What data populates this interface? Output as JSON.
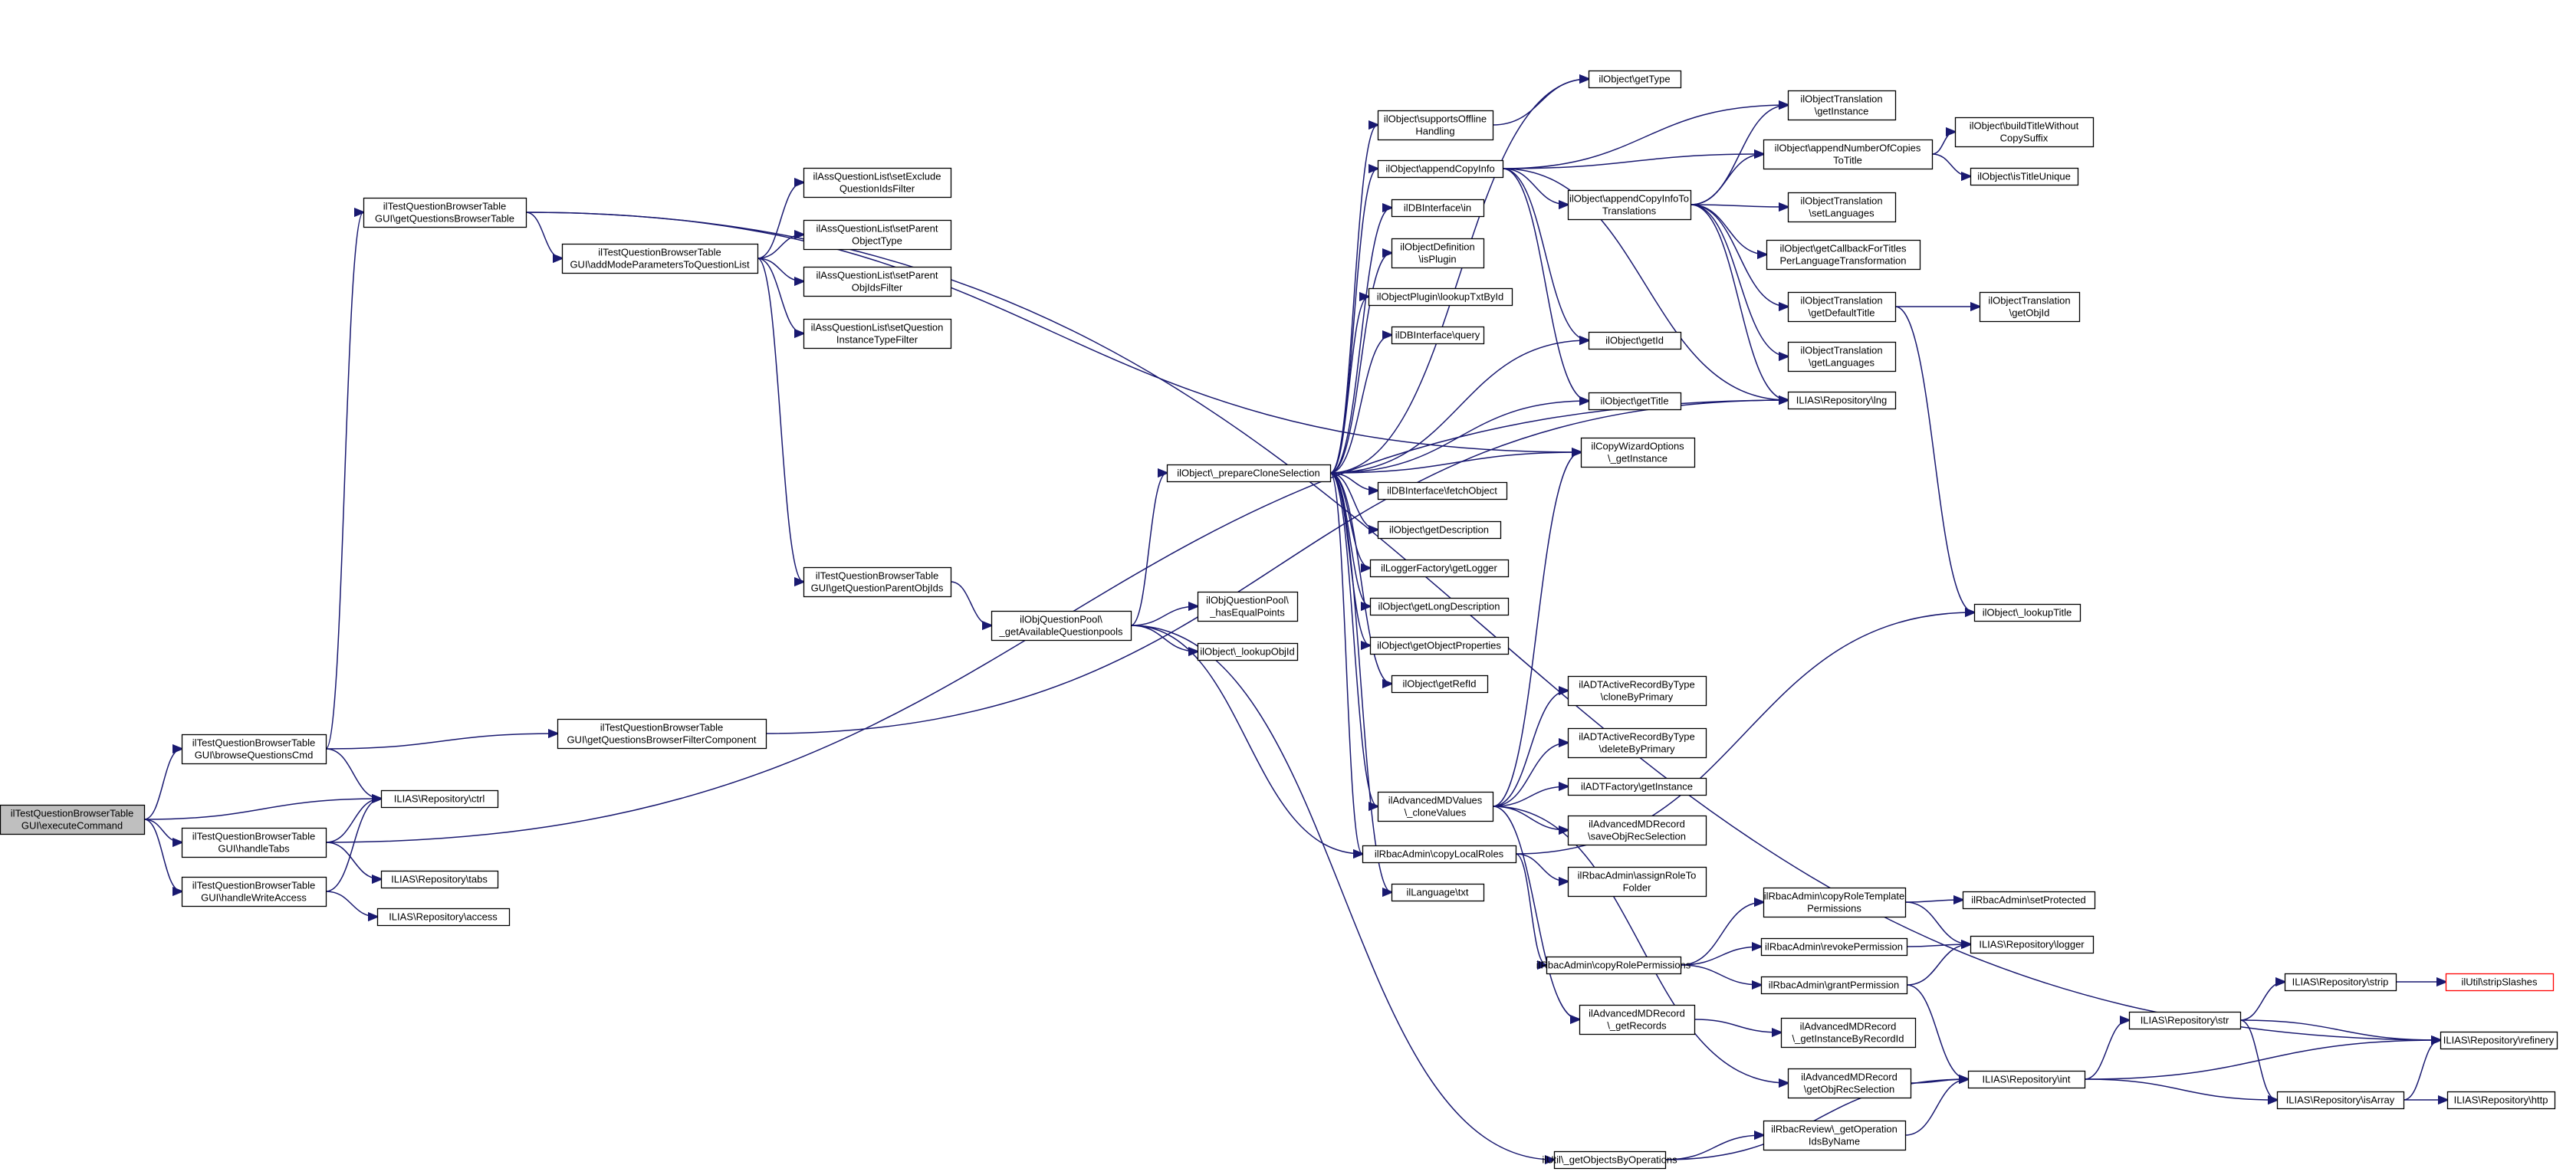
{
  "graph": {
    "edge_color": "#191970",
    "root_fill": "#bfbfbf",
    "truncated_border": "#ff0000",
    "nodes": [
      {
        "id": "n1",
        "name": "node-execute-command",
        "lines": [
          "ilTestQuestionBrowserTable",
          "GUI\\executeCommand"
        ],
        "root": true
      },
      {
        "id": "n2",
        "name": "node-browse-questions-cmd",
        "lines": [
          "ilTestQuestionBrowserTable",
          "GUI\\browseQuestionsCmd"
        ]
      },
      {
        "id": "n3",
        "name": "node-handle-tabs",
        "lines": [
          "ilTestQuestionBrowserTable",
          "GUI\\handleTabs"
        ]
      },
      {
        "id": "n4",
        "name": "node-handle-write-access",
        "lines": [
          "ilTestQuestionBrowserTable",
          "GUI\\handleWriteAccess"
        ]
      },
      {
        "id": "n5",
        "name": "node-repository-ctrl",
        "lines": [
          "ILIAS\\Repository\\ctrl"
        ]
      },
      {
        "id": "n6",
        "name": "node-repository-tabs",
        "lines": [
          "ILIAS\\Repository\\tabs"
        ]
      },
      {
        "id": "n7",
        "name": "node-repository-access",
        "lines": [
          "ILIAS\\Repository\\access"
        ]
      },
      {
        "id": "n8",
        "name": "node-get-questions-browser-table",
        "lines": [
          "ilTestQuestionBrowserTable",
          "GUI\\getQuestionsBrowserTable"
        ]
      },
      {
        "id": "n9",
        "name": "node-get-questions-browser-filter-component",
        "lines": [
          "ilTestQuestionBrowserTable",
          "GUI\\getQuestionsBrowserFilterComponent"
        ]
      },
      {
        "id": "n10",
        "name": "node-add-mode-parameters-to-question-list",
        "lines": [
          "ilTestQuestionBrowserTable",
          "GUI\\addModeParametersToQuestionList"
        ]
      },
      {
        "id": "n11",
        "name": "node-set-exclude-question-ids-filter",
        "lines": [
          "ilAssQuestionList\\setExclude",
          "QuestionIdsFilter"
        ]
      },
      {
        "id": "n12",
        "name": "node-set-parent-object-type",
        "lines": [
          "ilAssQuestionList\\setParent",
          "ObjectType"
        ]
      },
      {
        "id": "n13",
        "name": "node-set-parent-obj-ids-filter",
        "lines": [
          "ilAssQuestionList\\setParent",
          "ObjIdsFilter"
        ]
      },
      {
        "id": "n14",
        "name": "node-set-question-instance-type-filter",
        "lines": [
          "ilAssQuestionList\\setQuestion",
          "InstanceTypeFilter"
        ]
      },
      {
        "id": "n15",
        "name": "node-get-question-parent-obj-ids",
        "lines": [
          "ilTestQuestionBrowserTable",
          "GUI\\getQuestionParentObjIds"
        ]
      },
      {
        "id": "n16",
        "name": "node-get-available-questionpools",
        "lines": [
          "ilObjQuestionPool\\",
          "_getAvailableQuestionpools"
        ]
      },
      {
        "id": "n17",
        "name": "node-has-equal-points",
        "lines": [
          "ilObjQuestionPool\\",
          "_hasEqualPoints"
        ]
      },
      {
        "id": "n18",
        "name": "node-object-lookup-obj-id",
        "lines": [
          "ilObject\\_lookupObjId"
        ]
      },
      {
        "id": "n19",
        "name": "node-prepare-clone-selection",
        "lines": [
          "ilObject\\_prepareCloneSelection"
        ]
      },
      {
        "id": "n20",
        "name": "node-supports-offline-handling",
        "lines": [
          "ilObject\\supportsOffline",
          "Handling"
        ]
      },
      {
        "id": "n21",
        "name": "node-append-copy-info",
        "lines": [
          "ilObject\\appendCopyInfo"
        ]
      },
      {
        "id": "n22",
        "name": "node-dbinterface-in",
        "lines": [
          "ilDBInterface\\in"
        ]
      },
      {
        "id": "n23",
        "name": "node-object-definition-is-plugin",
        "lines": [
          "ilObjectDefinition",
          "\\isPlugin"
        ]
      },
      {
        "id": "n24",
        "name": "node-object-plugin-lookup-txt-by-id",
        "lines": [
          "ilObjectPlugin\\lookupTxtById"
        ]
      },
      {
        "id": "n25",
        "name": "node-dbinterface-query",
        "lines": [
          "ilDBInterface\\query"
        ]
      },
      {
        "id": "n26",
        "name": "node-dbinterface-fetch-object",
        "lines": [
          "ilDBInterface\\fetchObject"
        ]
      },
      {
        "id": "n27",
        "name": "node-object-get-description",
        "lines": [
          "ilObject\\getDescription"
        ]
      },
      {
        "id": "n28",
        "name": "node-logger-factory-get-logger",
        "lines": [
          "ilLoggerFactory\\getLogger"
        ]
      },
      {
        "id": "n29",
        "name": "node-object-get-long-description",
        "lines": [
          "ilObject\\getLongDescription"
        ]
      },
      {
        "id": "n30",
        "name": "node-object-get-object-properties",
        "lines": [
          "ilObject\\getObjectProperties"
        ]
      },
      {
        "id": "n31",
        "name": "node-object-get-ref-id",
        "lines": [
          "ilObject\\getRefId"
        ]
      },
      {
        "id": "n32",
        "name": "node-advanced-md-values-clone-values",
        "lines": [
          "ilAdvancedMDValues",
          "\\_cloneValues"
        ]
      },
      {
        "id": "n33",
        "name": "node-rbac-admin-copy-local-roles",
        "lines": [
          "ilRbacAdmin\\copyLocalRoles"
        ]
      },
      {
        "id": "n34",
        "name": "node-language-txt",
        "lines": [
          "ilLanguage\\txt"
        ]
      },
      {
        "id": "n35",
        "name": "node-object-get-type",
        "lines": [
          "ilObject\\getType"
        ]
      },
      {
        "id": "n36",
        "name": "node-object-get-id",
        "lines": [
          "ilObject\\getId"
        ]
      },
      {
        "id": "n37",
        "name": "node-object-get-title",
        "lines": [
          "ilObject\\getTitle"
        ]
      },
      {
        "id": "n38",
        "name": "node-copy-wizard-options-get-instance",
        "lines": [
          "ilCopyWizardOptions",
          "\\_getInstance"
        ]
      },
      {
        "id": "n39",
        "name": "node-adt-active-record-clone-by-primary",
        "lines": [
          "ilADTActiveRecordByType",
          "\\cloneByPrimary"
        ]
      },
      {
        "id": "n40",
        "name": "node-adt-active-record-delete-by-primary",
        "lines": [
          "ilADTActiveRecordByType",
          "\\deleteByPrimary"
        ]
      },
      {
        "id": "n41",
        "name": "node-adt-factory-get-instance",
        "lines": [
          "ilADTFactory\\getInstance"
        ]
      },
      {
        "id": "n42",
        "name": "node-advanced-md-record-save-obj-rec-selection",
        "lines": [
          "ilAdvancedMDRecord",
          "\\saveObjRecSelection"
        ]
      },
      {
        "id": "n43",
        "name": "node-rbac-admin-assign-role-to-folder",
        "lines": [
          "ilRbacAdmin\\assignRoleTo",
          "Folder"
        ]
      },
      {
        "id": "n44",
        "name": "node-rbac-admin-copy-role-permissions",
        "lines": [
          "ilRbacAdmin\\copyRolePermissions"
        ]
      },
      {
        "id": "n45",
        "name": "node-advanced-md-record-get-records",
        "lines": [
          "ilAdvancedMDRecord",
          "\\_getRecords"
        ]
      },
      {
        "id": "n46",
        "name": "node-util-get-objects-by-operations",
        "lines": [
          "ilUtil\\_getObjectsByOperations"
        ]
      },
      {
        "id": "n47",
        "name": "node-object-translation-get-instance",
        "lines": [
          "ilObjectTranslation",
          "\\getInstance"
        ]
      },
      {
        "id": "n48",
        "name": "node-append-number-of-copies-to-title",
        "lines": [
          "ilObject\\appendNumberOfCopies",
          "ToTitle"
        ]
      },
      {
        "id": "n49",
        "name": "node-append-copy-info-to-translations",
        "lines": [
          "ilObject\\appendCopyInfoTo",
          "Translations"
        ]
      },
      {
        "id": "n50",
        "name": "node-object-translation-set-languages",
        "lines": [
          "ilObjectTranslation",
          "\\setLanguages"
        ]
      },
      {
        "id": "n51",
        "name": "node-get-callback-for-titles",
        "lines": [
          "ilObject\\getCallbackForTitles",
          "PerLanguageTransformation"
        ]
      },
      {
        "id": "n52",
        "name": "node-object-translation-get-default-title",
        "lines": [
          "ilObjectTranslation",
          "\\getDefaultTitle"
        ]
      },
      {
        "id": "n53",
        "name": "node-object-translation-get-languages",
        "lines": [
          "ilObjectTranslation",
          "\\getLanguages"
        ]
      },
      {
        "id": "n54",
        "name": "node-repository-lng",
        "lines": [
          "ILIAS\\Repository\\lng"
        ]
      },
      {
        "id": "n55",
        "name": "node-rbac-admin-copy-role-template-permissions",
        "lines": [
          "ilRbacAdmin\\copyRoleTemplate",
          "Permissions"
        ]
      },
      {
        "id": "n56",
        "name": "node-rbac-admin-revoke-permission",
        "lines": [
          "ilRbacAdmin\\revokePermission"
        ]
      },
      {
        "id": "n57",
        "name": "node-rbac-admin-grant-permission",
        "lines": [
          "ilRbacAdmin\\grantPermission"
        ]
      },
      {
        "id": "n58",
        "name": "node-advanced-md-record-get-instance-by-record-id",
        "lines": [
          "ilAdvancedMDRecord",
          "\\_getInstanceByRecordId"
        ]
      },
      {
        "id": "n59",
        "name": "node-advanced-md-record-get-obj-rec-selection",
        "lines": [
          "ilAdvancedMDRecord",
          "\\getObjRecSelection"
        ]
      },
      {
        "id": "n60",
        "name": "node-rbac-review-get-operation-ids-by-name",
        "lines": [
          "ilRbacReview\\_getOperation",
          "IdsByName"
        ]
      },
      {
        "id": "n61",
        "name": "node-build-title-without-copy-suffix",
        "lines": [
          "ilObject\\buildTitleWithout",
          "CopySuffix"
        ]
      },
      {
        "id": "n62",
        "name": "node-object-is-title-unique",
        "lines": [
          "ilObject\\isTitleUnique"
        ]
      },
      {
        "id": "n63",
        "name": "node-object-translation-get-obj-id",
        "lines": [
          "ilObjectTranslation",
          "\\getObjId"
        ]
      },
      {
        "id": "n64",
        "name": "node-object-lookup-title",
        "lines": [
          "ilObject\\_lookupTitle"
        ]
      },
      {
        "id": "n65",
        "name": "node-rbac-admin-set-protected",
        "lines": [
          "ilRbacAdmin\\setProtected"
        ]
      },
      {
        "id": "n66",
        "name": "node-repository-logger",
        "lines": [
          "ILIAS\\Repository\\logger"
        ]
      },
      {
        "id": "n67",
        "name": "node-repository-str",
        "lines": [
          "ILIAS\\Repository\\str"
        ]
      },
      {
        "id": "n68",
        "name": "node-repository-int",
        "lines": [
          "ILIAS\\Repository\\int"
        ]
      },
      {
        "id": "n69",
        "name": "node-repository-strip",
        "lines": [
          "ILIAS\\Repository\\strip"
        ]
      },
      {
        "id": "n70",
        "name": "node-repository-is-array",
        "lines": [
          "ILIAS\\Repository\\isArray"
        ]
      },
      {
        "id": "n71",
        "name": "node-util-strip-slashes",
        "lines": [
          "ilUtil\\stripSlashes"
        ],
        "truncated": true
      },
      {
        "id": "n72",
        "name": "node-repository-refinery",
        "lines": [
          "ILIAS\\Repository\\refinery"
        ]
      },
      {
        "id": "n73",
        "name": "node-repository-http",
        "lines": [
          "ILIAS\\Repository\\http"
        ]
      }
    ],
    "edges": [
      [
        "n1",
        "n2"
      ],
      [
        "n1",
        "n3"
      ],
      [
        "n1",
        "n4"
      ],
      [
        "n1",
        "n5"
      ],
      [
        "n2",
        "n8"
      ],
      [
        "n2",
        "n9"
      ],
      [
        "n2",
        "n5"
      ],
      [
        "n3",
        "n5"
      ],
      [
        "n3",
        "n6"
      ],
      [
        "n3",
        "n54"
      ],
      [
        "n4",
        "n5"
      ],
      [
        "n4",
        "n7"
      ],
      [
        "n8",
        "n10"
      ],
      [
        "n8",
        "n38"
      ],
      [
        "n8",
        "n72"
      ],
      [
        "n9",
        "n54"
      ],
      [
        "n10",
        "n11"
      ],
      [
        "n10",
        "n12"
      ],
      [
        "n10",
        "n13"
      ],
      [
        "n10",
        "n14"
      ],
      [
        "n10",
        "n15"
      ],
      [
        "n15",
        "n16"
      ],
      [
        "n16",
        "n19"
      ],
      [
        "n16",
        "n17"
      ],
      [
        "n16",
        "n18"
      ],
      [
        "n16",
        "n33"
      ],
      [
        "n16",
        "n46"
      ],
      [
        "n19",
        "n20"
      ],
      [
        "n19",
        "n35"
      ],
      [
        "n19",
        "n21"
      ],
      [
        "n19",
        "n22"
      ],
      [
        "n19",
        "n23"
      ],
      [
        "n19",
        "n24"
      ],
      [
        "n19",
        "n25"
      ],
      [
        "n19",
        "n36"
      ],
      [
        "n19",
        "n37"
      ],
      [
        "n19",
        "n38"
      ],
      [
        "n19",
        "n26"
      ],
      [
        "n19",
        "n27"
      ],
      [
        "n19",
        "n28"
      ],
      [
        "n19",
        "n29"
      ],
      [
        "n19",
        "n30"
      ],
      [
        "n19",
        "n31"
      ],
      [
        "n19",
        "n32"
      ],
      [
        "n19",
        "n33"
      ],
      [
        "n19",
        "n34"
      ],
      [
        "n20",
        "n35"
      ],
      [
        "n21",
        "n47"
      ],
      [
        "n21",
        "n48"
      ],
      [
        "n21",
        "n49"
      ],
      [
        "n21",
        "n54"
      ],
      [
        "n21",
        "n36"
      ],
      [
        "n21",
        "n37"
      ],
      [
        "n48",
        "n61"
      ],
      [
        "n48",
        "n62"
      ],
      [
        "n49",
        "n47"
      ],
      [
        "n49",
        "n48"
      ],
      [
        "n49",
        "n50"
      ],
      [
        "n49",
        "n51"
      ],
      [
        "n49",
        "n52"
      ],
      [
        "n49",
        "n53"
      ],
      [
        "n49",
        "n54"
      ],
      [
        "n52",
        "n63"
      ],
      [
        "n52",
        "n64"
      ],
      [
        "n32",
        "n38"
      ],
      [
        "n32",
        "n39"
      ],
      [
        "n32",
        "n40"
      ],
      [
        "n32",
        "n41"
      ],
      [
        "n32",
        "n42"
      ],
      [
        "n32",
        "n45"
      ],
      [
        "n32",
        "n59"
      ],
      [
        "n33",
        "n43"
      ],
      [
        "n33",
        "n44"
      ],
      [
        "n33",
        "n64"
      ],
      [
        "n44",
        "n55"
      ],
      [
        "n44",
        "n56"
      ],
      [
        "n44",
        "n57"
      ],
      [
        "n55",
        "n65"
      ],
      [
        "n55",
        "n66"
      ],
      [
        "n56",
        "n66"
      ],
      [
        "n57",
        "n66"
      ],
      [
        "n57",
        "n68"
      ],
      [
        "n45",
        "n58"
      ],
      [
        "n59",
        "n68"
      ],
      [
        "n46",
        "n60"
      ],
      [
        "n46",
        "n68"
      ],
      [
        "n60",
        "n68"
      ],
      [
        "n68",
        "n67"
      ],
      [
        "n68",
        "n72"
      ],
      [
        "n68",
        "n70"
      ],
      [
        "n67",
        "n69"
      ],
      [
        "n67",
        "n72"
      ],
      [
        "n67",
        "n70"
      ],
      [
        "n69",
        "n71"
      ],
      [
        "n70",
        "n72"
      ],
      [
        "n70",
        "n73"
      ]
    ]
  }
}
